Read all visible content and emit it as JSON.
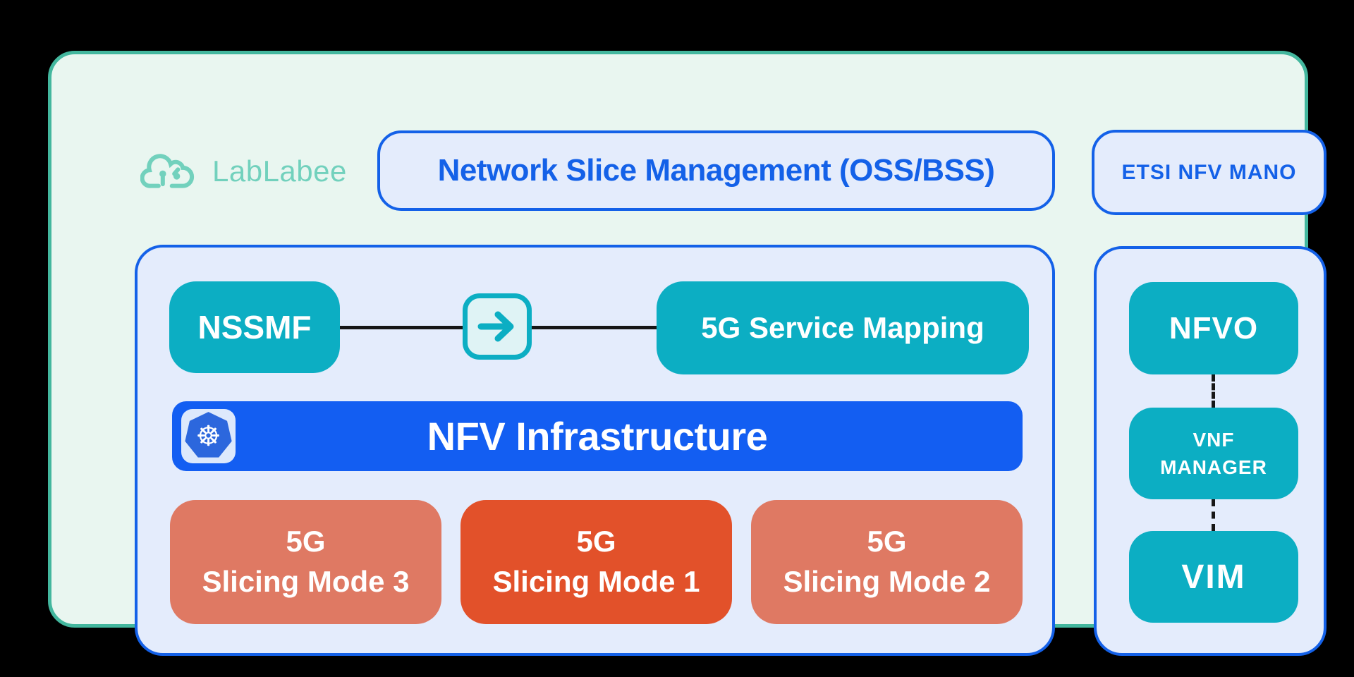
{
  "colors": {
    "background": "#000000",
    "card_bg": "#e9f6f0",
    "card_border": "#43b79e",
    "panel_bg": "#e4ecfc",
    "blue": "#1461e8",
    "blue_bar": "#135ef2",
    "teal": "#0caec3",
    "arrow_tile_bg": "#dff3f5",
    "salmon": "#df7963",
    "orange": "#e2512a",
    "logo_teal": "#72d1bd",
    "connector_black": "#161616"
  },
  "logo": {
    "text": "LabLabee"
  },
  "header": {
    "title": "Network Slice Management (OSS/BSS)",
    "right_label": "ETSI NFV MANO"
  },
  "main_panel": {
    "flow": {
      "source": "NSSMF",
      "target": "5G Service Mapping"
    },
    "infrastructure": {
      "label": "NFV Infrastructure",
      "icon": "kubernetes"
    },
    "slicing_modes": [
      {
        "line1": "5G",
        "line2": "Slicing Mode 3",
        "variant": "salmon"
      },
      {
        "line1": "5G",
        "line2": "Slicing Mode 1",
        "variant": "orange"
      },
      {
        "line1": "5G",
        "line2": "Slicing Mode 2",
        "variant": "salmon"
      }
    ]
  },
  "mano_panel": {
    "nodes": [
      "NFVO",
      "VNF\nMANAGER",
      "VIM"
    ]
  }
}
